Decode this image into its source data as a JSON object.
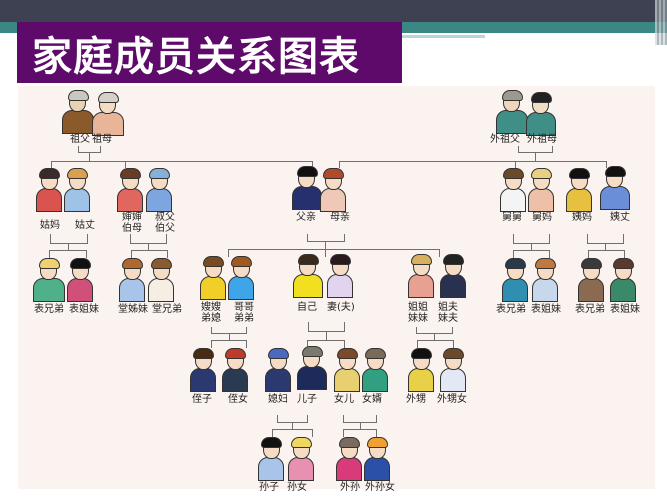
{
  "header": {
    "title": "家庭成员关系图表",
    "colors": {
      "title_bg": "#5e0a6b",
      "top_band": "#3e4152",
      "teal_band": "#3b8783",
      "panel_bg": "#fbf3ef"
    }
  },
  "tree": {
    "generation_1": {
      "paternal_grandparents": {
        "left": "祖父",
        "right": "祖母"
      },
      "maternal_grandparents": {
        "left": "外祖父",
        "right": "外祖母"
      }
    },
    "generation_2": {
      "paternal_aunt": {
        "left": "姑妈",
        "right": "姑丈"
      },
      "paternal_uncle": {
        "left_1": "婶婶",
        "left_2": "伯母",
        "right_1": "叔父",
        "right_2": "伯父"
      },
      "parents": {
        "left": "父亲",
        "right": "母亲"
      },
      "maternal_uncle": {
        "left": "舅舅",
        "right": "舅妈"
      },
      "maternal_aunt": {
        "left": "姨妈",
        "right": "姨丈"
      }
    },
    "generation_3": {
      "cousins_paternal_aunt": {
        "left": "表兄弟",
        "right": "表姐妹"
      },
      "cousins_paternal_uncle": {
        "left": "堂姊妹",
        "right": "堂兄弟"
      },
      "brother": {
        "left_1": "嫂嫂",
        "left_2": "弟媳",
        "right_1": "哥哥",
        "right_2": "弟弟"
      },
      "self": {
        "left": "自己",
        "right": "妻(夫)"
      },
      "sister": {
        "left_1": "姐姐",
        "left_2": "妹妹",
        "right_1": "姐夫",
        "right_2": "妹夫"
      },
      "cousins_maternal_uncle": {
        "left": "表兄弟",
        "right": "表姐妹"
      },
      "cousins_maternal_aunt": {
        "left": "表兄弟",
        "right": "表姐妹"
      }
    },
    "generation_4": {
      "nephews": {
        "left": "侄子",
        "right": "侄女"
      },
      "son": {
        "left": "媳妇",
        "right": "儿子"
      },
      "daughter": {
        "left": "女儿",
        "right": "女婿"
      },
      "sister_children": {
        "left": "外甥",
        "right": "外甥女"
      }
    },
    "generation_5": {
      "son_children": {
        "left": "孙子",
        "right": "孙女"
      },
      "daughter_children": {
        "left": "外孙",
        "right": "外孙女"
      }
    }
  }
}
